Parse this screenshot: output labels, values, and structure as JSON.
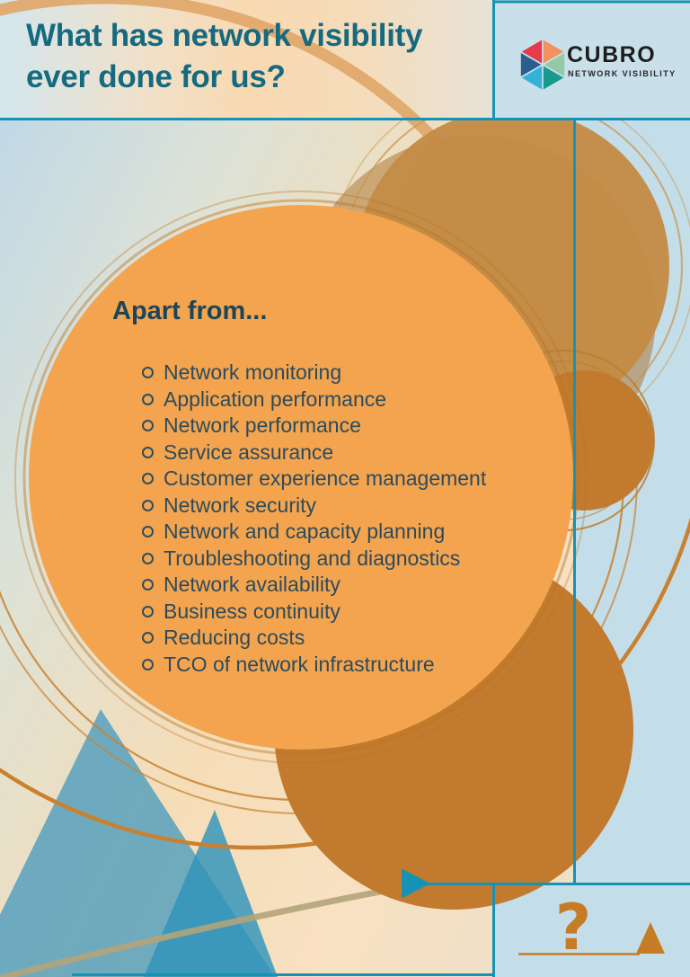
{
  "poster": {
    "title": {
      "line1": "What has network visibility",
      "line2": "ever done for us?"
    },
    "brand": {
      "name": "CUBRO",
      "tagline": "NETWORK VISIBILITY"
    },
    "content": {
      "heading": "Apart from...",
      "items": [
        "Network monitoring",
        "Application performance",
        "Network performance",
        "Service assurance",
        "Customer experience management",
        "Network security",
        "Network and capacity planning",
        "Troubleshooting and diagnostics",
        "Network availability",
        "Business continuity",
        "Reducing costs",
        "TCO of network infrastructure"
      ]
    },
    "footer": {
      "question_mark": "?"
    },
    "icons": {
      "logo": "cubro-hexagon-icon",
      "play": "play-triangle-icon",
      "question": "question-mark",
      "mountains": "mountain-triangles"
    },
    "colors": {
      "teal_line": "#1693b4",
      "title_teal": "#156a80",
      "body_text": "#2c4b5c",
      "orange_circle": "#f4a44e",
      "dark_orange": "#c17a2e",
      "tan": "#c48b46",
      "accent_orange": "#c67c24",
      "mountain_blue": "#4e9cbe",
      "mountain_blue2": "#2f94bb",
      "logo_red": "#e63a4d",
      "logo_orange": "#f2915f",
      "logo_blue": "#2b5e8e",
      "logo_green": "#93c9a4",
      "logo_cyan": "#31b3d8",
      "logo_teal": "#1a9a8c"
    }
  }
}
